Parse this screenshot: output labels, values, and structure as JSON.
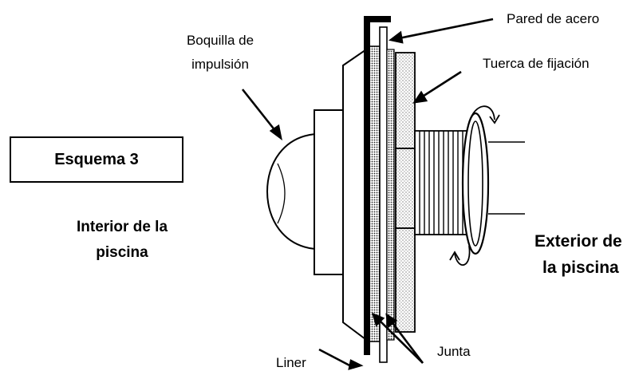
{
  "diagram": {
    "schema_title": "Esquema 3",
    "labels": {
      "nozzle_line1": "Boquilla de",
      "nozzle_line2": "impulsión",
      "steel_wall": "Pared de acero",
      "nut": "Tuerca de fijación",
      "interior_line1": "Interior de la",
      "interior_line2": "piscina",
      "exterior_line1": "Exterior de",
      "exterior_line2": "la piscina",
      "liner": "Liner",
      "gasket": "Junta"
    },
    "colors": {
      "ink": "#000000",
      "paper": "#ffffff",
      "gasket_gray": "#b8b8b8",
      "nut_gray": "#d9d9d9"
    }
  }
}
